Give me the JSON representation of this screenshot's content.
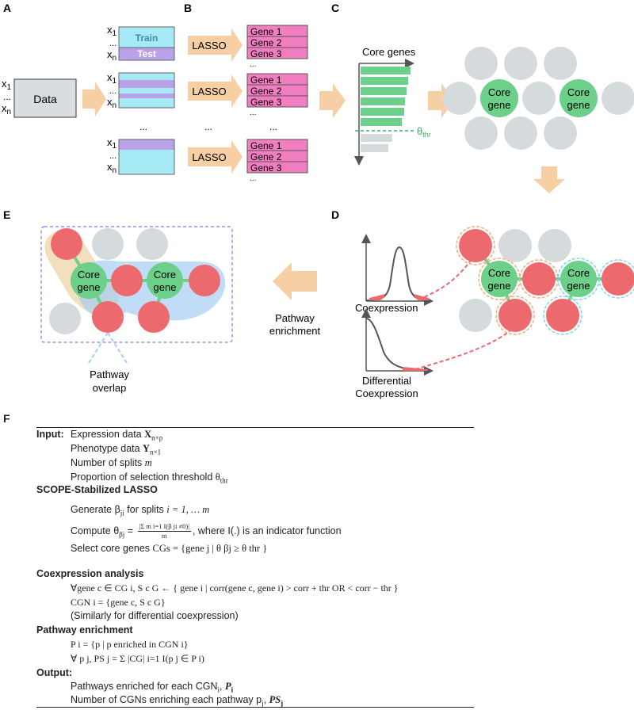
{
  "panels": {
    "a": "A",
    "b": "B",
    "c": "C",
    "d": "D",
    "e": "E",
    "f": "F"
  },
  "data_label": "Data",
  "x1": "x",
  "x1_sub": "1",
  "xn": "x",
  "xn_sub": "n",
  "dots": "...",
  "split_train": "Train",
  "split_test": "Test",
  "lasso": "LASSO",
  "genes": [
    "Gene 1",
    "Gene 2",
    "Gene 3"
  ],
  "vdots": "...",
  "core_genes_title": "Core genes",
  "theta_thr": "θ",
  "theta_thr_sub": "thr",
  "core_gene": [
    "Core",
    "gene"
  ],
  "coexpression_label": "Coexpression",
  "diffcoex_label": [
    "Differential",
    "Coexpression"
  ],
  "pathway_enrichment_label": [
    "Pathway",
    "enrichment"
  ],
  "pathway_overlap_label": [
    "Pathway",
    "overlap"
  ],
  "colors": {
    "cyan": "#a6eaf5",
    "purple": "#b9a2e8",
    "pink": "#f17ec0",
    "peach": "#f6cfa5",
    "green": "#6ccf8a",
    "grey": "#d5dadd",
    "red": "#ec6a6d",
    "box": "#d9dde0"
  },
  "algorithm": {
    "input_head": "Input:",
    "input_lines": [
      {
        "text": "Expression data ",
        "math": "X",
        "sub": "n×p"
      },
      {
        "text": "Phenotype data ",
        "math": "Y",
        "sub": "n×1"
      },
      {
        "text": "Number of splits ",
        "math": "m",
        "sub": ""
      },
      {
        "text": "Proportion of selection threshold ",
        "math": "θ",
        "sub": "thr"
      }
    ],
    "scope_head": "SCOPE-Stabilized LASSO",
    "generate": {
      "pre": "Generate β",
      "sub": "ji",
      "post": " for splits ",
      "math": "i = 1, … m"
    },
    "compute": {
      "pre": "Compute θ",
      "sub": "βj",
      "eq": " = ",
      "num": "|Σ m i=1 I(β ji ≠0)|",
      "den": "m",
      "post": ", where I(.) is an indicator function"
    },
    "select": {
      "pre": "Select core genes ",
      "math": "CGs = {gene j | θ βj ≥ θ thr }"
    },
    "coex_head": "Coexpression analysis",
    "coex_lines": [
      "∀gene c ∈ CG i, S c G ← { gene i | corr(gene c, gene i) > corr + thr OR < corr − thr }",
      "CGN i = {gene c, S c G}"
    ],
    "coex_note": "(Similarly for differential coexpression)",
    "path_head": "Pathway enrichment",
    "path_lines": [
      "P i = {p | p enriched in CGN i}",
      "∀ p j, PS j = Σ |CG| i=1 I(p j ∈ P i)"
    ],
    "output_head": "Output:",
    "output_lines": [
      {
        "text": "Pathways enriched for each CGN",
        "sub": "i",
        "bold": "P",
        "bsub": "i"
      },
      {
        "text": "Number of CGNs enriching each pathway p",
        "sub": "j",
        "bold": "PS",
        "bsub": "j"
      }
    ]
  }
}
